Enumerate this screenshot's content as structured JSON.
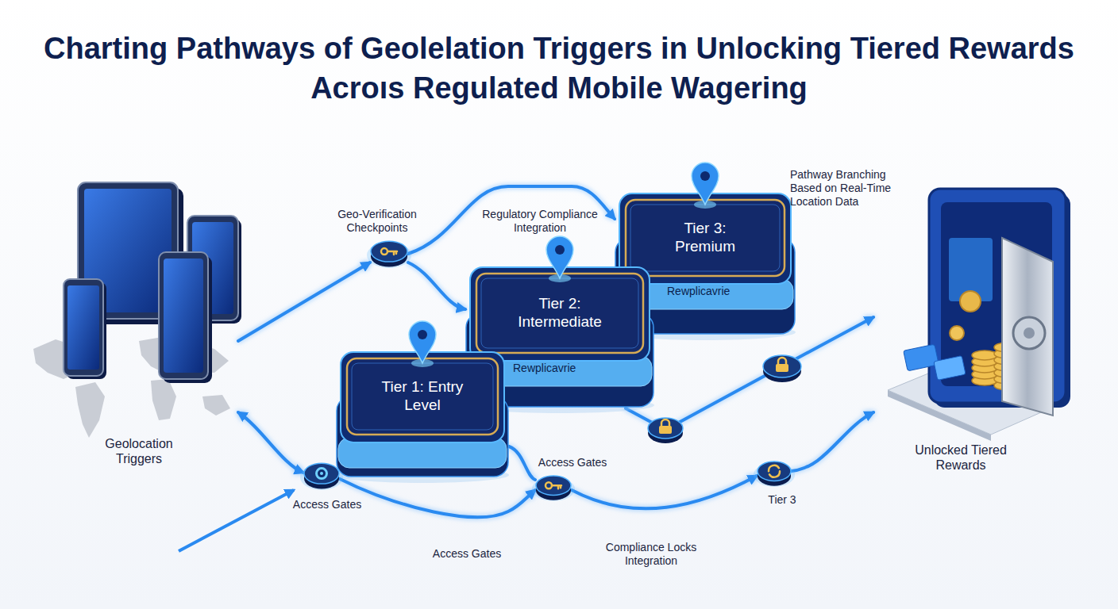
{
  "diagram": {
    "title": "Charting Pathways of Geolelation Triggers in Unlocking Tiered Rewards Acroıs Regulated Mobile Wagering",
    "nodes": [
      {
        "text": [
          "Geolocation Triggers"
        ]
      },
      {
        "text": [
          "Geo-Verification Checkpoints"
        ]
      },
      {
        "text": [
          "Tier 3: Premium",
          "Rewplicavrie"
        ]
      },
      {
        "text": [
          "Tier 2: Intermediate",
          "Rewplicavrie"
        ]
      },
      {
        "text": [
          "Tier 1: Entry Level"
        ]
      },
      {
        "text": [
          "Access Gates"
        ]
      },
      {
        "text": [
          "Access Gates"
        ]
      },
      {
        "text": [
          "Tier 3"
        ]
      },
      {
        "text": [
          "Unlocked Tiered Rewards"
        ]
      }
    ],
    "edges": [
      {
        "from": 0,
        "to": 1,
        "arrow": "to"
      },
      {
        "from": 1,
        "to": 2,
        "arrow": "to"
      },
      {
        "from": 1,
        "to": 3,
        "arrow": "to"
      },
      {
        "from": 0,
        "to": 5,
        "arrow": "both"
      },
      {
        "from": 5,
        "to": 6,
        "arrow": "to"
      },
      {
        "from": 4,
        "to": 6,
        "arrow": "none"
      },
      {
        "from": 6,
        "to": 7,
        "arrow": "to"
      },
      {
        "from": 7,
        "to": 8,
        "arrow": "to"
      },
      {
        "from": 3,
        "to": 8,
        "arrow": "to"
      }
    ],
    "labels": [
      "Regulatory Compliance Integration",
      "Pathway Branching Based on Real-Time Location Data",
      "Access Gates",
      "Compliance Locks Integration"
    ]
  }
}
